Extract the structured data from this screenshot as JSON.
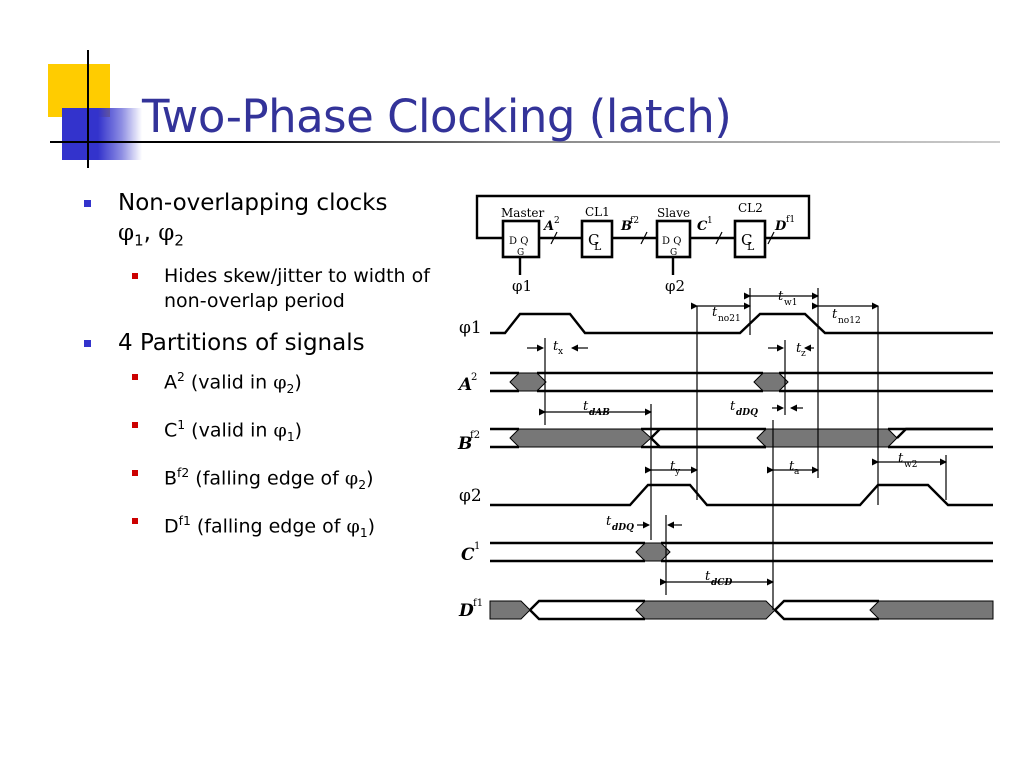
{
  "slide": {
    "title": "Two-Phase Clocking (latch)"
  },
  "bullets": [
    {
      "text": "Non-overlapping clocks",
      "line2_phi1": "φ",
      "line2_sub1": "1",
      "line2_sep": ", ",
      "line2_phi2": "φ",
      "line2_sub2": "2"
    },
    {
      "text": "Hides skew/jitter to width of non-overlap period"
    },
    {
      "text": "4 Partitions of signals"
    },
    {
      "pre": "A",
      "sup": "2",
      "mid": " (valid in ",
      "phi": "φ",
      "sub": "2",
      "post": ")"
    },
    {
      "pre": "C",
      "sup": "1",
      "mid": " (valid in ",
      "phi": "φ",
      "sub": "1",
      "post": ")"
    },
    {
      "pre": "B",
      "sup": "f2",
      "mid": " (falling edge of ",
      "phi": "φ",
      "sub": "2",
      "post": ")"
    },
    {
      "pre": "D",
      "sup": "f1",
      "mid": " (falling edge of ",
      "phi": "φ",
      "sub": "1",
      "post": ")"
    }
  ],
  "diagram": {
    "blocks": {
      "master": "Master",
      "master_pins": "D  Q",
      "master_g": "G",
      "cl1": "CL1",
      "slave": "Slave",
      "slave_pins": "D  Q",
      "slave_g": "G",
      "cl2": "CL2",
      "cl_glyph": "C",
      "cl_glyph2": "L",
      "phi1_label": "φ1",
      "phi2_label": "φ2",
      "wire_a": "A",
      "wire_a_sup": "2",
      "wire_b": "B",
      "wire_b_sup": "f2",
      "wire_c": "C",
      "wire_c_sup": "1",
      "wire_d": "D",
      "wire_d_sup": "f1"
    },
    "signals": {
      "phi1": "φ1",
      "a": "A",
      "a_sup": "2",
      "b": "B",
      "b_sup": "f2",
      "phi2": "φ2",
      "c": "C",
      "c_sup": "1",
      "d": "D",
      "d_sup": "f1"
    },
    "timing": {
      "t_no21": "t",
      "t_no21_sub": "no21",
      "t_w1": "t",
      "t_w1_sub": "w1",
      "t_no12": "t",
      "t_no12_sub": "no12",
      "t_x": "t",
      "t_x_sub": "x",
      "t_z": "t",
      "t_z_sub": "z",
      "t_dab": "t",
      "t_dab_sub": "dAB",
      "t_ddq1": "t",
      "t_ddq1_sub": "dDQ",
      "t_y": "t",
      "t_y_sub": "y",
      "t_a": "t",
      "t_a_sub": "a",
      "t_w2": "t",
      "t_w2_sub": "w2",
      "t_ddq2": "t",
      "t_ddq2_sub": "dDQ",
      "t_dcd": "t",
      "t_dcd_sub": "dCD"
    }
  }
}
